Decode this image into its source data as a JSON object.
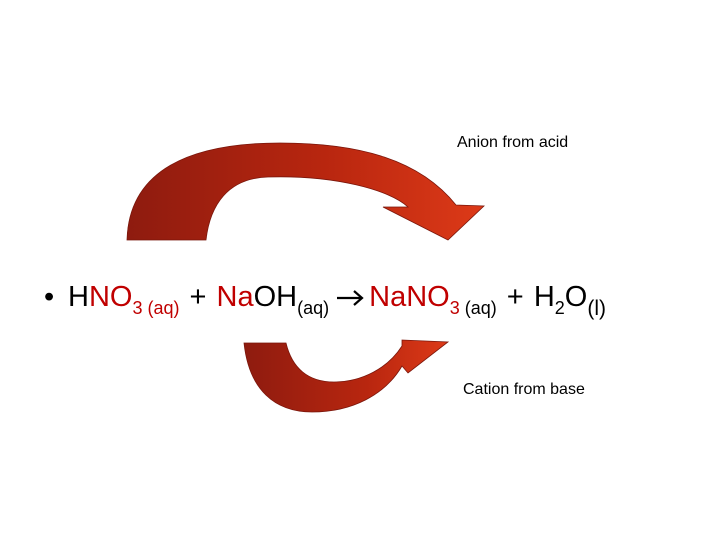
{
  "labels": {
    "anion": "Anion from acid",
    "cation": "Cation from base"
  },
  "equation": {
    "bullet": "•",
    "acid_h": "H",
    "acid_rest": "NO",
    "acid_num": "3",
    "acid_state": " (aq)",
    "plus1": " + ",
    "base_na": "Na",
    "base_rest": "OH",
    "base_state": "(aq)",
    "prod_na": "Na",
    "prod_rest": "NO",
    "prod_num": "3",
    "prod_state": " (aq)",
    "plus2": " + ",
    "water_h": "H",
    "water_num": "2",
    "water_o": "O",
    "water_state": "(l)"
  },
  "colors": {
    "arrow_dark": "#8b1a0e",
    "arrow_light": "#d93d1a",
    "accent_red": "#c00000"
  }
}
